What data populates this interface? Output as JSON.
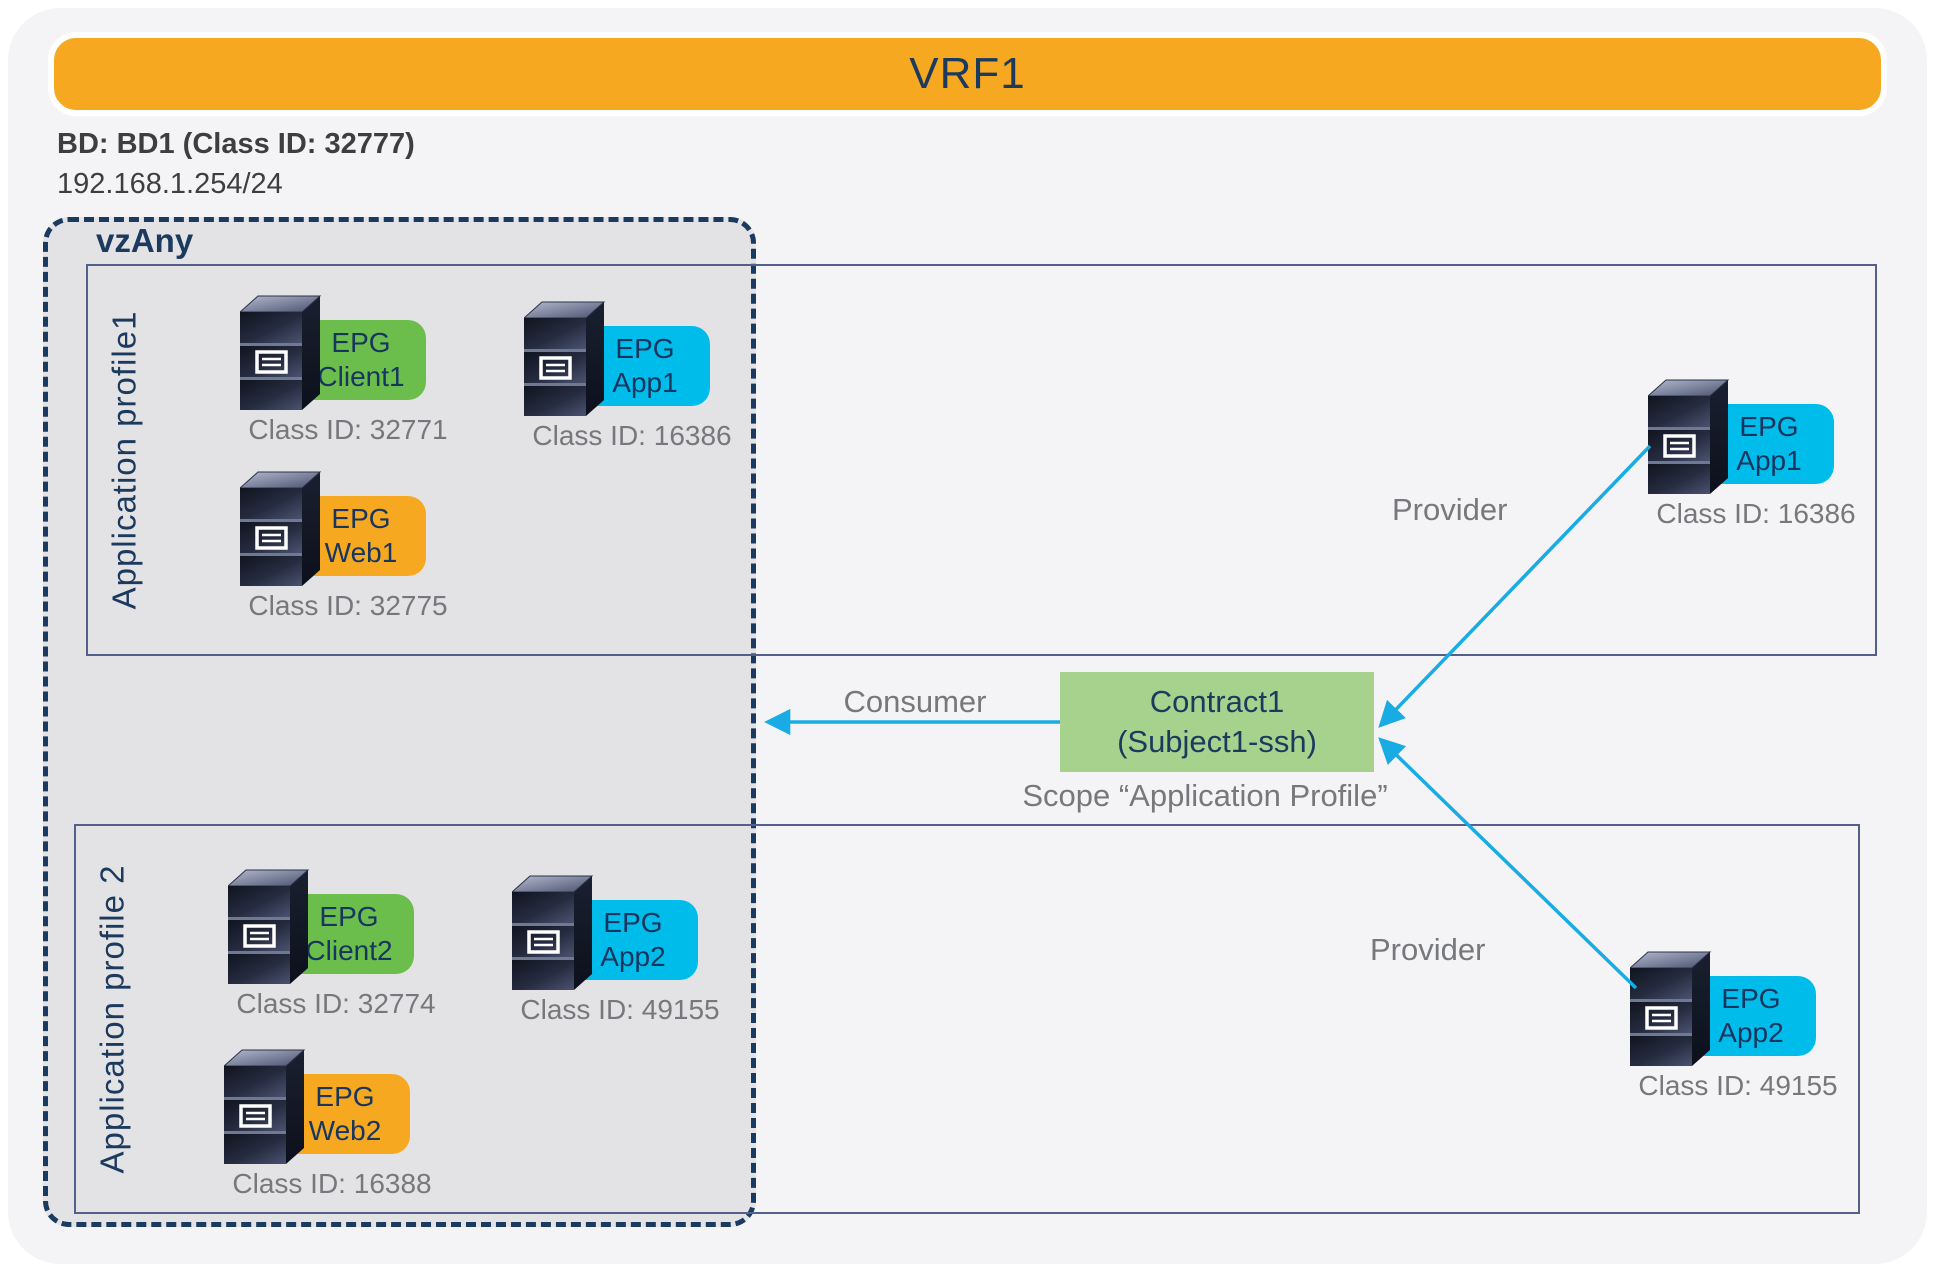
{
  "banner": {
    "title": "VRF1",
    "bg": "#F6A821"
  },
  "bd": {
    "name": "BD: BD1 (Class ID: 32777)",
    "subnet": "192.168.1.254/24"
  },
  "vzany": {
    "label": "vzAny"
  },
  "profiles": {
    "profile1": {
      "label": "Application profile1"
    },
    "profile2": {
      "label": "Application profile 2"
    }
  },
  "epgs": {
    "client1": {
      "line1": "EPG",
      "line2": "Client1",
      "class_id": "Class ID: 32771",
      "color": "#6CBE4C"
    },
    "app1": {
      "line1": "EPG",
      "line2": "App1",
      "class_id": "Class ID: 16386",
      "color": "#00BCEB"
    },
    "web1": {
      "line1": "EPG",
      "line2": "Web1",
      "class_id": "Class ID: 32775",
      "color": "#F6A821"
    },
    "client2": {
      "line1": "EPG",
      "line2": "Client2",
      "class_id": "Class ID: 32774",
      "color": "#6CBE4C"
    },
    "app2": {
      "line1": "EPG",
      "line2": "App2",
      "class_id": "Class ID: 49155",
      "color": "#00BCEB"
    },
    "web2": {
      "line1": "EPG",
      "line2": "Web2",
      "class_id": "Class ID: 16388",
      "color": "#F6A821"
    },
    "app1_provider": {
      "line1": "EPG",
      "line2": "App1",
      "class_id": "Class ID: 16386",
      "color": "#00BCEB"
    },
    "app2_provider": {
      "line1": "EPG",
      "line2": "App2",
      "class_id": "Class ID: 49155",
      "color": "#00BCEB"
    }
  },
  "contract": {
    "line1": "Contract1",
    "line2": "(Subject1-ssh)",
    "scope": "Scope “Application Profile”",
    "bg": "#A6D28E"
  },
  "labels": {
    "consumer": "Consumer",
    "provider_top": "Provider",
    "provider_bottom": "Provider"
  },
  "colors": {
    "arrow": "#19ABE3",
    "dashed_border": "#1B3A5F",
    "profile_border": "#54608C",
    "navy_text": "#1C3A5E",
    "gray_text": "#77787B"
  }
}
